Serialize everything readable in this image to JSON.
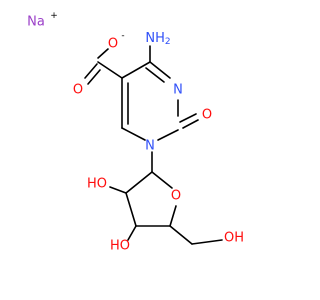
{
  "molecule": {
    "atoms": {
      "na": {
        "text": "Na",
        "color": "#9b40c8"
      },
      "na_charge": {
        "text": "+"
      },
      "o_carboxylate": {
        "text": "O",
        "color": "#ff0d0d"
      },
      "o_charge": {
        "text": "-"
      },
      "nh2": {
        "text": "NH2",
        "color": "#3050f8"
      },
      "o_carbonyl": {
        "text": "O",
        "color": "#ff0d0d"
      },
      "n3": {
        "text": "N",
        "color": "#3050f8"
      },
      "o2": {
        "text": "O",
        "color": "#ff0d0d"
      },
      "n1": {
        "text": "N",
        "color": "#3050f8"
      },
      "ho_2prime": {
        "text": "HO",
        "color": "#ff0d0d"
      },
      "o_ring": {
        "text": "O",
        "color": "#ff0d0d"
      },
      "ho_3prime": {
        "text": "HO",
        "color": "#ff0d0d"
      },
      "oh_5prime": {
        "text": "OH",
        "color": "#ff0d0d"
      }
    }
  }
}
